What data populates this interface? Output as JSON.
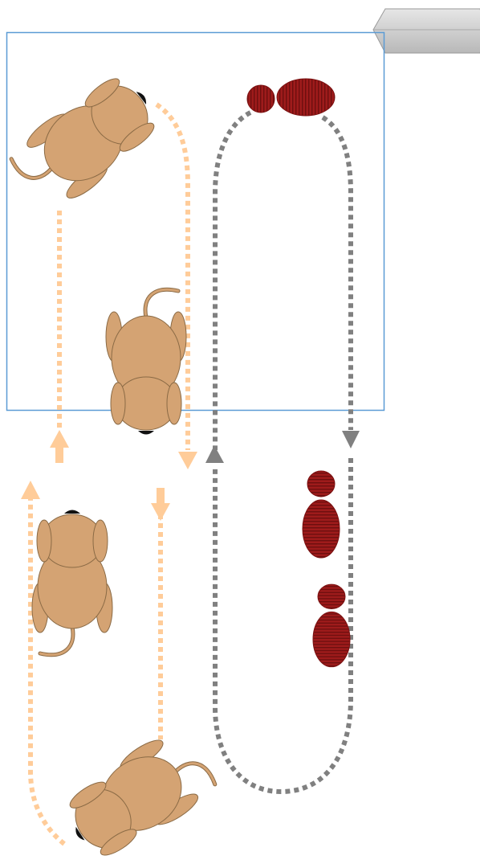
{
  "diagram": {
    "colors": {
      "background": "#ffffff",
      "arena_border": "#5b9bd5",
      "dog_path": "#ffcc99",
      "footprint_path": "#808080",
      "dog_body": "#d4a373",
      "dog_outline": "#8a6a45",
      "dog_nose": "#111111",
      "footprint_fill": "#9e1b1b",
      "footprint_stripe": "#6e0f0f",
      "device_fill": "#d9d9d9",
      "device_outline": "#9a9a9a"
    },
    "arena": {
      "label": ""
    },
    "device": {
      "icon": "hexagon-device-icon"
    },
    "dogs": [
      {
        "id": "dog-top-left",
        "facing": "up-right",
        "icon": "dog-topview-icon"
      },
      {
        "id": "dog-middle",
        "facing": "down",
        "icon": "dog-topview-icon"
      },
      {
        "id": "dog-lower-left",
        "facing": "up",
        "icon": "dog-topview-icon"
      },
      {
        "id": "dog-bottom",
        "facing": "down-left",
        "icon": "dog-topview-icon"
      }
    ],
    "dog_path": {
      "name": "",
      "arrows": [
        "up",
        "down",
        "up",
        "down"
      ]
    },
    "footprints": [
      {
        "id": "footprint-top",
        "orientation": "horizontal",
        "icon": "footprint-icon"
      },
      {
        "id": "footprint-middle",
        "orientation": "vertical",
        "icon": "footprint-icon"
      },
      {
        "id": "footprint-lower",
        "orientation": "vertical",
        "icon": "footprint-icon"
      }
    ],
    "footprint_path": {
      "name": "",
      "arrows": [
        "down",
        "up"
      ]
    }
  }
}
